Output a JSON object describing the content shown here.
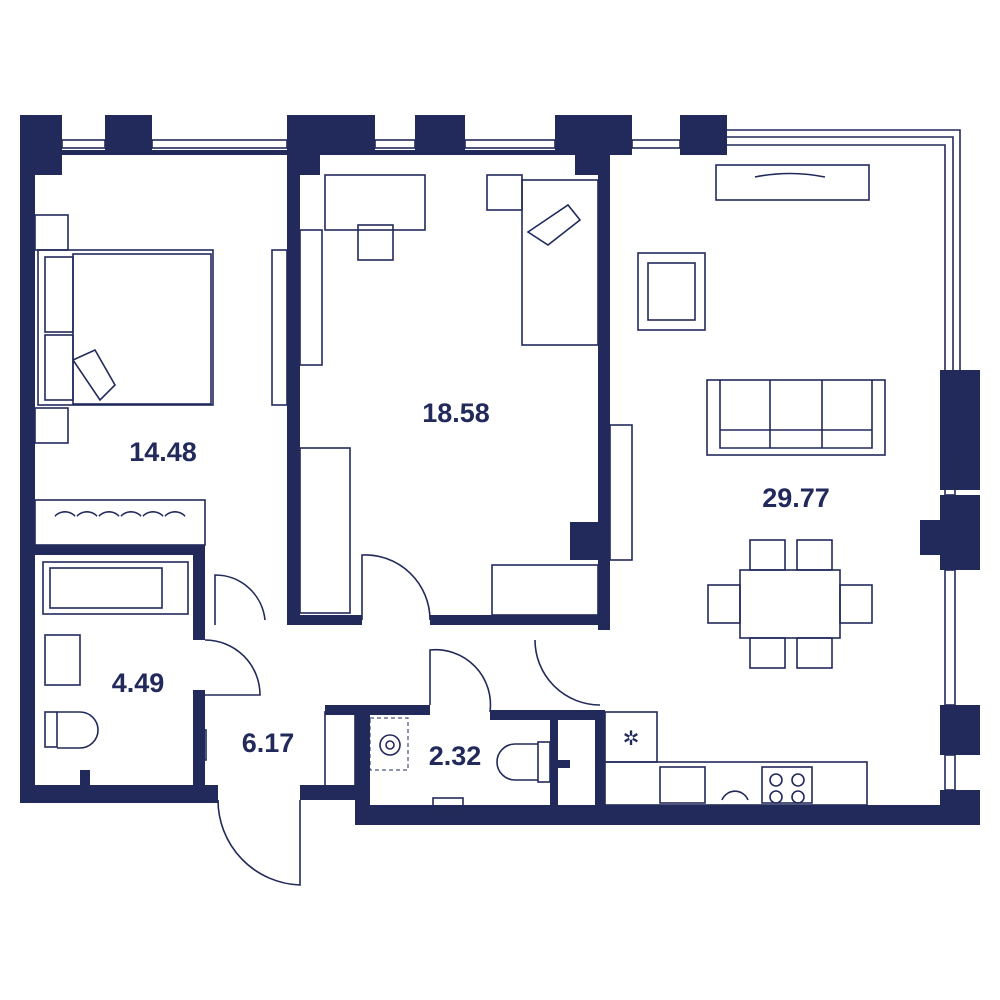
{
  "plan": {
    "wall_color": "#222a5b",
    "rooms": [
      {
        "name": "bedroom-1",
        "area": "14.48"
      },
      {
        "name": "bedroom-2",
        "area": "18.58"
      },
      {
        "name": "living-kitchen",
        "area": "29.77"
      },
      {
        "name": "bathroom",
        "area": "4.49"
      },
      {
        "name": "hallway",
        "area": "6.17"
      },
      {
        "name": "wc",
        "area": "2.32"
      }
    ]
  }
}
